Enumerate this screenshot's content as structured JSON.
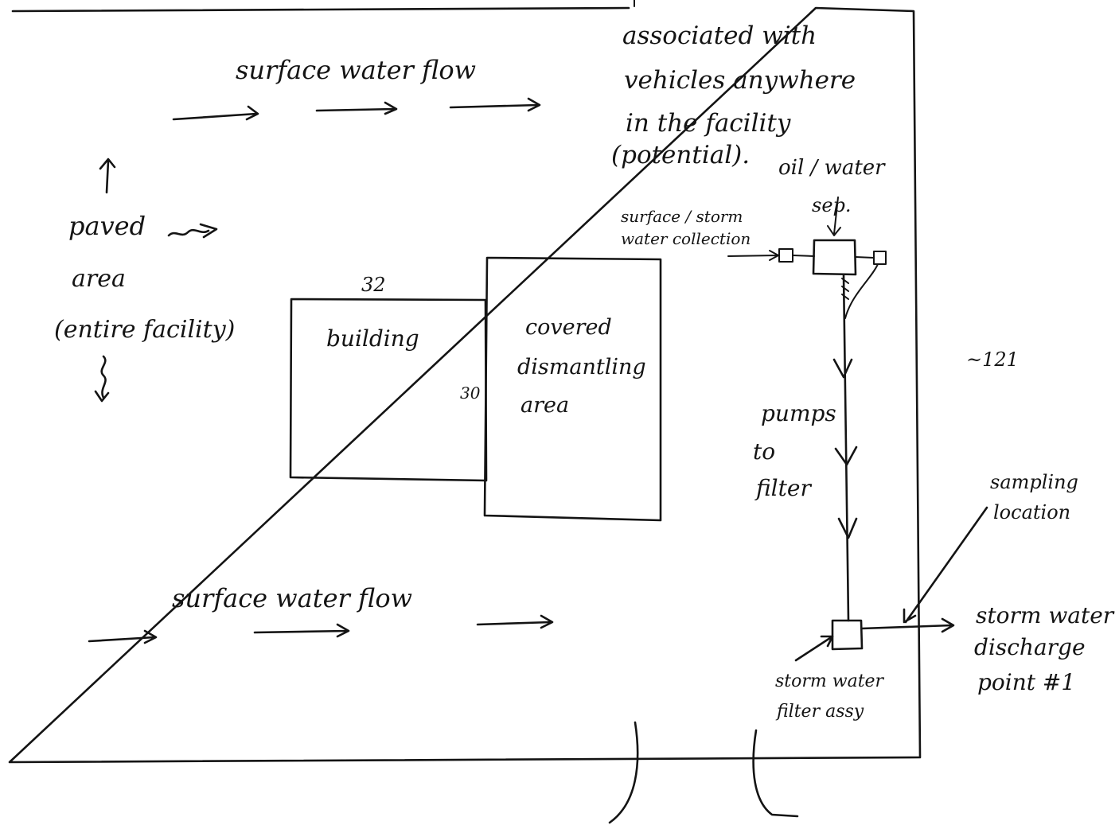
{
  "labels": {
    "associated_1": "associated with",
    "associated_2": "vehicles anywhere",
    "associated_3": "in the facility",
    "associated_4": "(potential).",
    "surface_flow_top": "surface water flow",
    "surface_flow_bottom": "surface water flow",
    "paved_1": "paved",
    "paved_2": "area",
    "paved_3": "(entire facility)",
    "oil_water_1": "oil / water",
    "oil_water_2": "sep.",
    "collection_1": "surface / storm",
    "collection_2": "water collection",
    "dim_32": "32",
    "dim_30": "30",
    "dim_121": "~121",
    "building": "building",
    "covered_1": "covered",
    "covered_2": "dismantling",
    "covered_3": "area",
    "pumps_1": "pumps",
    "pumps_2": "to",
    "pumps_3": "filter",
    "sampling_1": "sampling",
    "sampling_2": "location",
    "discharge_1": "storm water",
    "discharge_2": "discharge",
    "discharge_3": "point #1",
    "filter_1": "storm water",
    "filter_2": "filter assy"
  },
  "colors": {
    "ink": "#141414",
    "paper": "#ffffff"
  }
}
